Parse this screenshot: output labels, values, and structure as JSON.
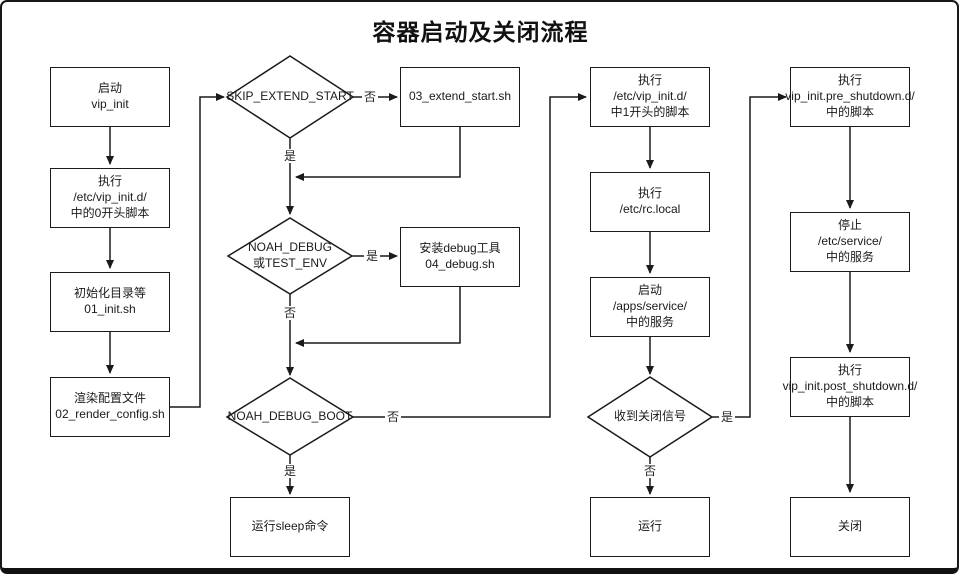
{
  "title": "容器启动及关闭流程",
  "nodes": {
    "start": {
      "label": "启动\nvip_init"
    },
    "exec_zero_scripts": {
      "label": "执行\n/etc/vip_init.d/\n中的0开头脚本"
    },
    "init_dirs": {
      "label": "初始化目录等\n01_init.sh"
    },
    "render_config": {
      "label": "渲染配置文件\n02_render_config.sh"
    },
    "skip_extend_start": {
      "label": "SKIP_EXTEND_START"
    },
    "extend_start": {
      "label": "03_extend_start.sh"
    },
    "noah_debug": {
      "label": "NOAH_DEBUG\n或TEST_ENV"
    },
    "install_debug": {
      "label": "安装debug工具\n04_debug.sh"
    },
    "noah_debug_boot": {
      "label": "NOAH_DEBUG_BOOT"
    },
    "run_sleep": {
      "label": "运行sleep命令"
    },
    "exec_one_scripts": {
      "label": "执行\n/etc/vip_init.d/\n中1开头的脚本"
    },
    "rc_local": {
      "label": "执行\n/etc/rc.local"
    },
    "start_services": {
      "label": "启动\n/apps/service/\n中的服务"
    },
    "shutdown_signal": {
      "label": "收到关闭信号"
    },
    "running": {
      "label": "运行"
    },
    "pre_shutdown": {
      "label": "执行\nvip_init.pre_shutdown.d/\n中的脚本"
    },
    "stop_services": {
      "label": "停止\n/etc/service/\n中的服务"
    },
    "post_shutdown": {
      "label": "执行\nvip_init.post_shutdown.d/\n中的脚本"
    },
    "shutdown": {
      "label": "关闭"
    }
  },
  "edge_labels": {
    "skip_no": "否",
    "skip_yes": "是",
    "debug_yes": "是",
    "debug_no": "否",
    "boot_no": "否",
    "boot_yes": "是",
    "signal_yes": "是",
    "signal_no": "否"
  },
  "colors": {
    "line": "#1a1a1a",
    "background": "#ffffff"
  }
}
